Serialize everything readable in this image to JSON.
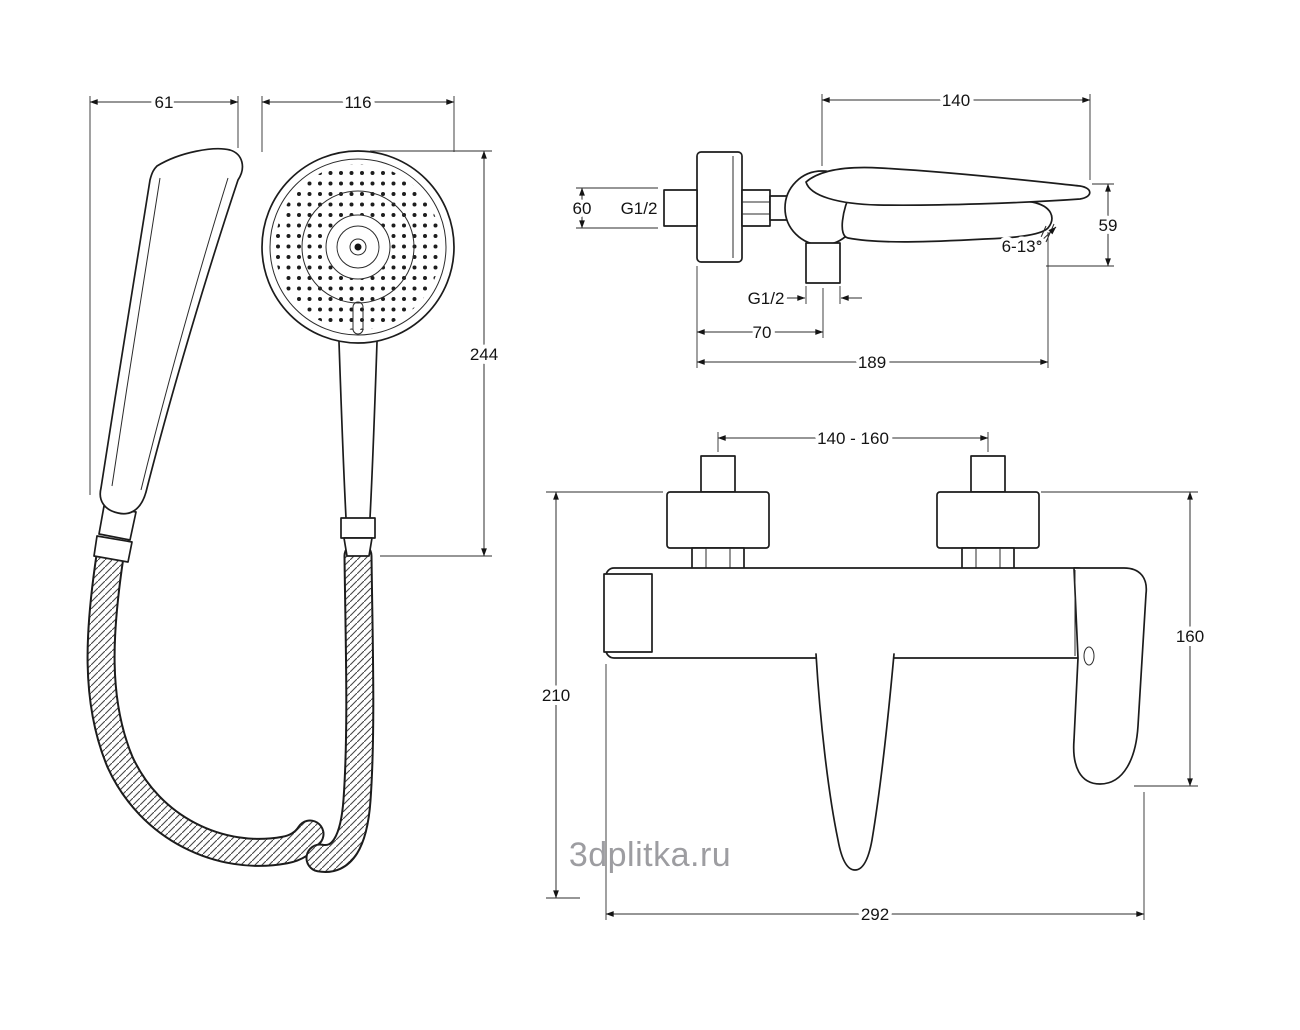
{
  "watermark": "3dplitka.ru",
  "dims": {
    "handshower_depth": "61",
    "handshower_width": "116",
    "handshower_length": "244",
    "spout_reach": "140",
    "inlet_height": "60",
    "inlet_thread": "G1/2",
    "outlet_drop": "59",
    "spout_angle": "6-13°",
    "outlet_thread": "G1/2",
    "wall_to_outlet": "70",
    "total_depth": "189",
    "mounting_centers": "140 - 160",
    "overall_height": "210",
    "handle_drop": "160",
    "overall_width": "292"
  }
}
